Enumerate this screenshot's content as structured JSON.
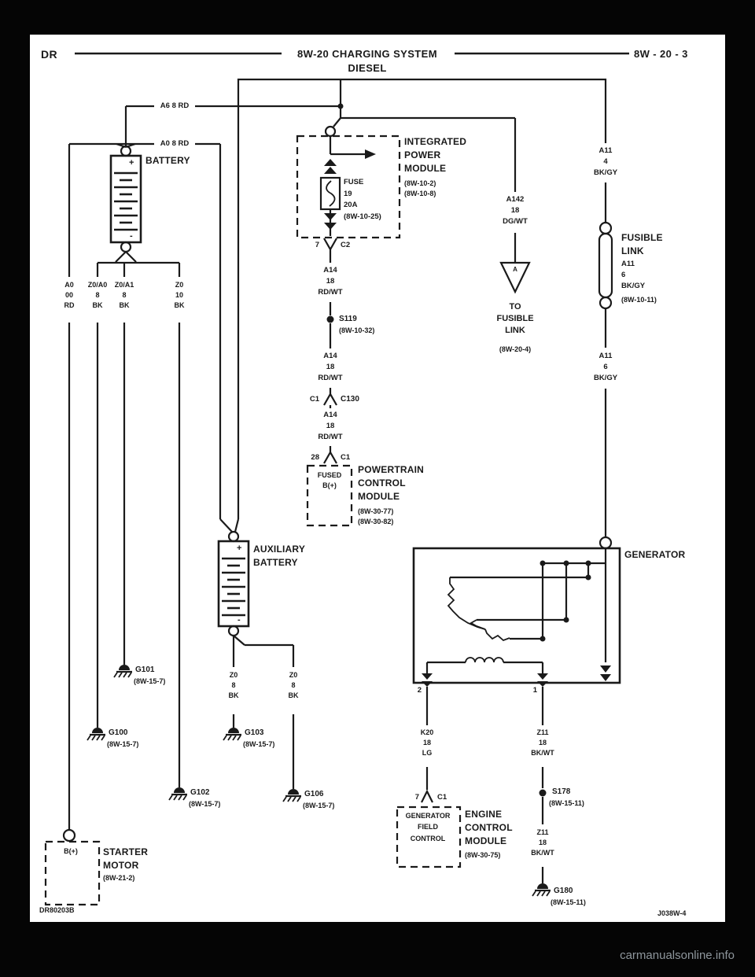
{
  "colors": {
    "line": "#1a1a1a",
    "page": "#ffffff",
    "frame": "#000000",
    "watermark": "#8e969c"
  },
  "header": {
    "code": "DR",
    "title": "8W-20 CHARGING SYSTEM",
    "subtitle": "DIESEL",
    "page": "8W - 20 - 3"
  },
  "footer": {
    "left": "DR80203B",
    "right": "J038W-4",
    "watermark": "carmanualsonline.info"
  },
  "battery": {
    "label": "BATTERY",
    "plus": "+",
    "minus": "-"
  },
  "aux_battery": {
    "label": "AUXILIARY\nBATTERY",
    "plus": "+",
    "minus": "-"
  },
  "wires": {
    "a6": "A6 8 RD",
    "a0_horiz": "A0 8 RD",
    "a0": "A0\n00\nRD",
    "z0a0": "Z0/A0\n8\nBK",
    "z0a1": "Z0/A1\n8\nBK",
    "z010": "Z0\n10\nBK",
    "z0_aux_left": "Z0\n8\nBK",
    "z0_aux_right": "Z0\n8\nBK",
    "a14_1": "A14\n18\nRD/WT",
    "a14_2": "A14\n18\nRD/WT",
    "a14_3": "A14\n18\nRD/WT",
    "a142": "A142\n18\nDG/WT",
    "a11_top": "A11\n4\nBK/GY",
    "a11_bottom": "A11\n6\nBK/GY",
    "k20": "K20\n18\nLG",
    "z11_upper": "Z11\n18\nBK/WT",
    "z11_lower": "Z11\n18\nBK/WT"
  },
  "ipm": {
    "name": "INTEGRATED\nPOWER\nMODULE",
    "refs": "(8W-10-2)\n(8W-10-8)",
    "fuse": "FUSE\n19\n20A\n(8W-10-25)",
    "pin": "7",
    "connector": "C2"
  },
  "splices": {
    "s119": {
      "name": "S119",
      "ref": "(8W-10-32)"
    },
    "s178": {
      "name": "S178",
      "ref": "(8W-15-11)"
    }
  },
  "c130": {
    "pin": "C1",
    "name": "C130"
  },
  "pcm": {
    "pin": "28",
    "connector": "C1",
    "internal": "FUSED\nB(+)",
    "name": "POWERTRAIN\nCONTROL\nMODULE",
    "refs": "(8W-30-77)\n(8W-30-82)"
  },
  "offpage": {
    "letter": "A",
    "text": "TO\nFUSIBLE\nLINK",
    "ref": "(8W-20-4)"
  },
  "fusible_link": {
    "name": "FUSIBLE\nLINK",
    "wire": "A11\n6\nBK/GY",
    "ref": "(8W-10-11)"
  },
  "generator": {
    "name": "GENERATOR",
    "pin1": "1",
    "pin2": "2"
  },
  "ecm": {
    "pin": "7",
    "connector": "C1",
    "internal": "GENERATOR\nFIELD\nCONTROL",
    "name": "ENGINE\nCONTROL\nMODULE",
    "ref": "(8W-30-75)"
  },
  "starter": {
    "terminal": "B(+)",
    "name": "STARTER\nMOTOR",
    "ref": "(8W-21-2)"
  },
  "grounds": {
    "g101": {
      "name": "G101",
      "ref": "(8W-15-7)"
    },
    "g100": {
      "name": "G100",
      "ref": "(8W-15-7)"
    },
    "g102": {
      "name": "G102",
      "ref": "(8W-15-7)"
    },
    "g103": {
      "name": "G103",
      "ref": "(8W-15-7)"
    },
    "g106": {
      "name": "G106",
      "ref": "(8W-15-7)"
    },
    "g180": {
      "name": "G180",
      "ref": "(8W-15-11)"
    }
  }
}
